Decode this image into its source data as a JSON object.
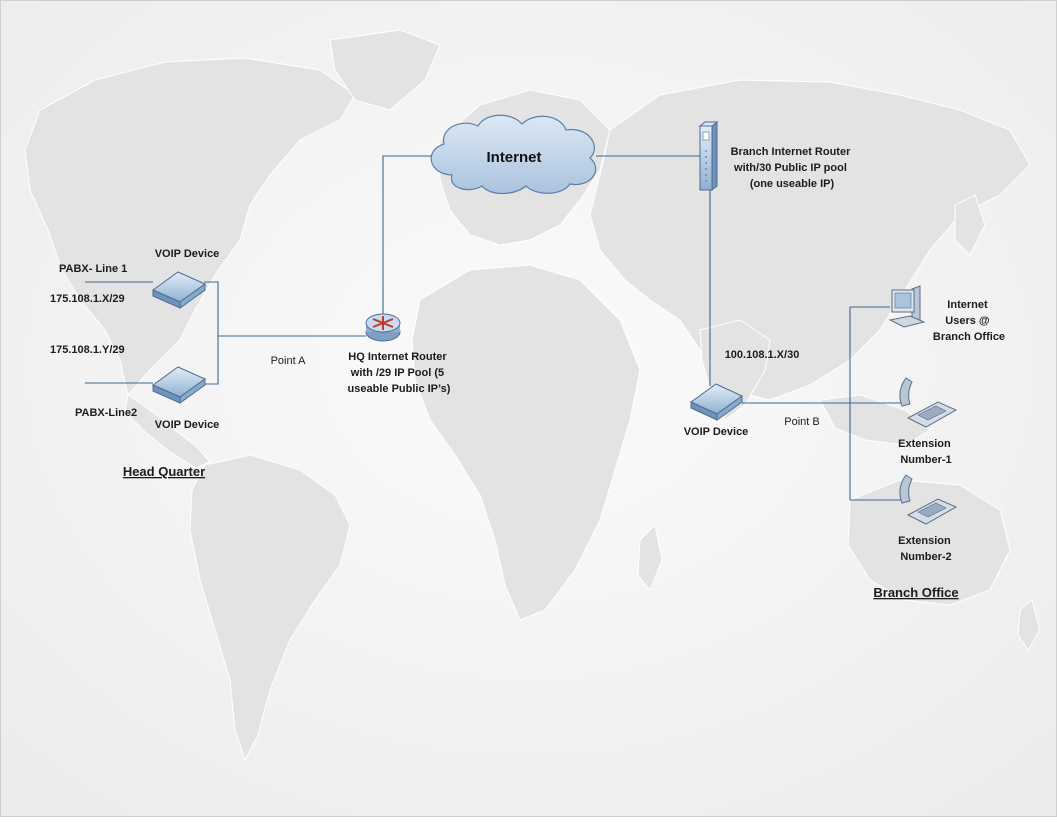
{
  "cloud": {
    "label": "Internet"
  },
  "head_quarter": {
    "title": "Head Quarter",
    "voip_top_label": "VOIP Device",
    "voip_bottom_label": "VOIP Device",
    "pabx_line1": "PABX- Line 1",
    "pabx_line2": "PABX-Line2",
    "ip_x": "175.108.1.X/29",
    "ip_y": "175.108.1.Y/29",
    "point_a": "Point A",
    "router_label": [
      "HQ Internet Router",
      "with /29 IP Pool (5",
      "useable Public IP’s)"
    ]
  },
  "branch_office": {
    "title": "Branch Office",
    "router_label": [
      "Branch Internet Router",
      "with/30 Public IP pool",
      "(one useable IP)"
    ],
    "ip": "100.108.1.X/30",
    "voip_label": "VOIP Device",
    "point_b": "Point B",
    "internet_users": [
      "Internet",
      "Users @",
      "Branch Office"
    ],
    "extension1": [
      "Extension",
      "Number-1"
    ],
    "extension2": [
      "Extension",
      "Number-2"
    ]
  },
  "icons": {
    "background": "world-map",
    "router": "round-router-icon",
    "voip": "voip-gateway-icon",
    "branch_router": "tower-router-icon",
    "computer": "desktop-computer-icon",
    "phone": "office-phone-icon"
  },
  "colors": {
    "link": "#41678f",
    "cloud_fill": "#c4d7eb",
    "map_fill": "#e6e6e6",
    "device_blue": "#9fbcd8"
  }
}
